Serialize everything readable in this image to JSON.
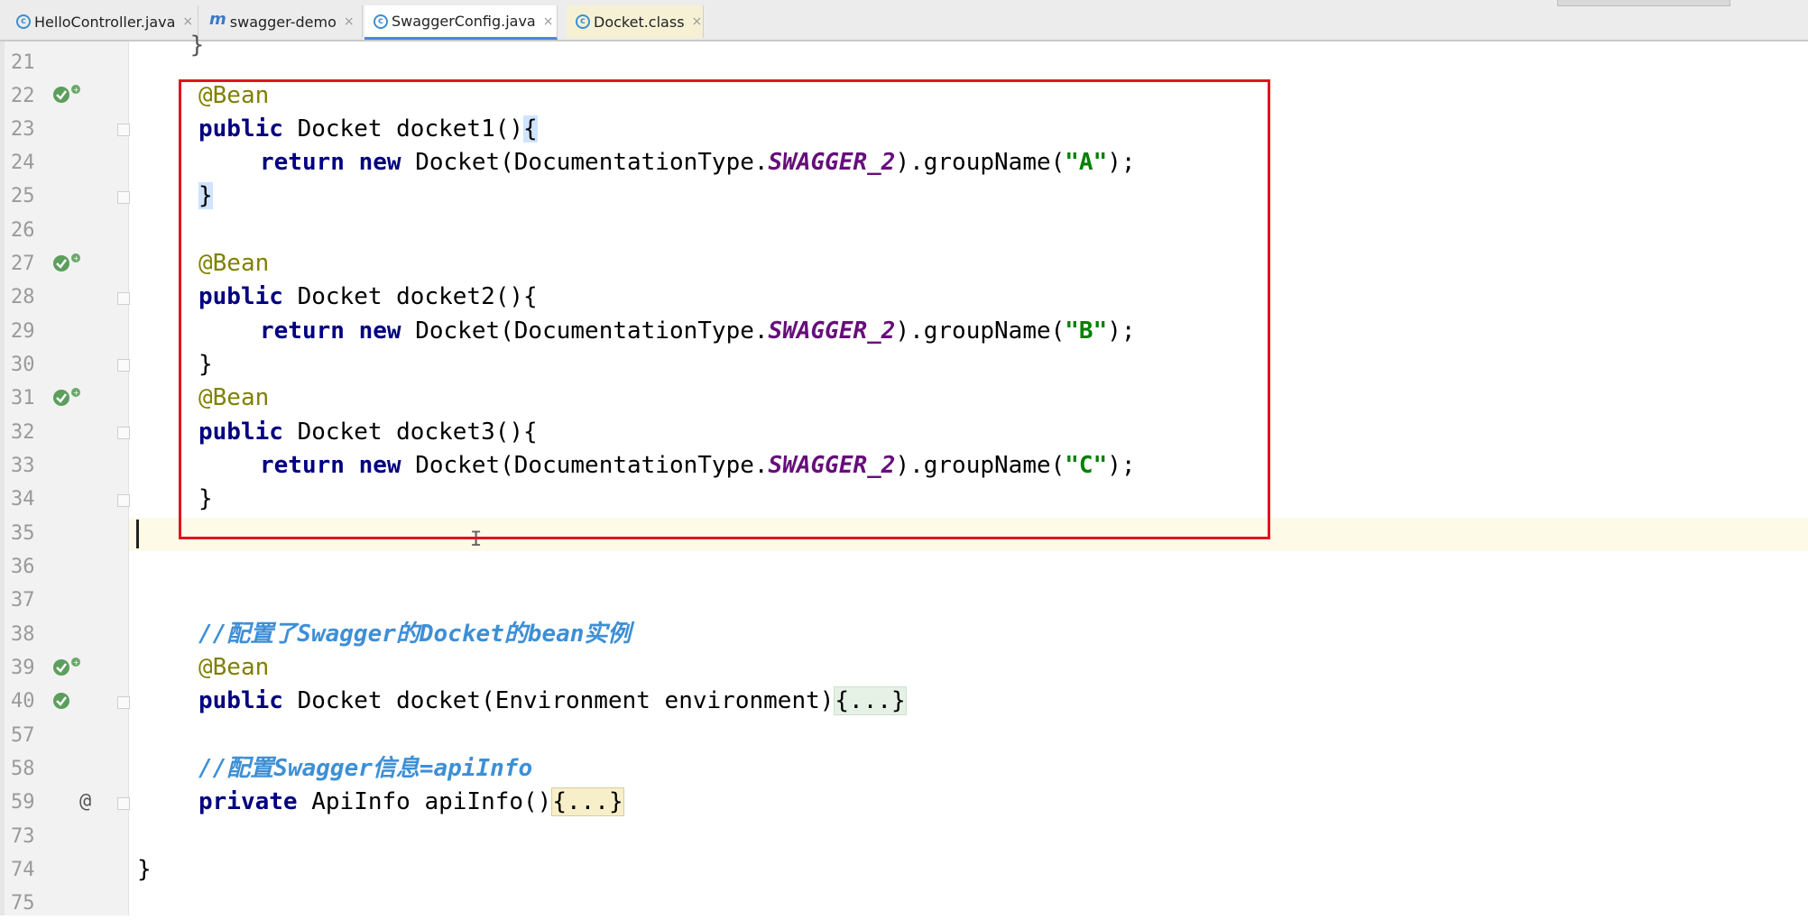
{
  "tabs": [
    {
      "label": "HelloController.java",
      "icon": "class-icon",
      "active": false
    },
    {
      "label": "swagger-demo",
      "icon": "maven-icon",
      "active": false
    },
    {
      "label": "SwaggerConfig.java",
      "icon": "class-icon",
      "active": true
    },
    {
      "label": "Docket.class",
      "icon": "class-icon",
      "active": false
    }
  ],
  "line_numbers": [
    "21",
    "22",
    "23",
    "24",
    "25",
    "26",
    "27",
    "28",
    "29",
    "30",
    "31",
    "32",
    "33",
    "34",
    "35",
    "36",
    "37",
    "38",
    "39",
    "40",
    "57",
    "58",
    "59",
    "73",
    "74",
    "75"
  ],
  "code": {
    "l21": "    }",
    "l22_ann": "@Bean",
    "l23_kw": "public",
    "l23_rest": " Docket docket1()",
    "l23_brace": "{",
    "l24_ret": "return",
    "l24_new": "new",
    "l24_a": " Docket(DocumentationType.",
    "l24_const": "SWAGGER_2",
    "l24_b": ").groupName(",
    "l24_str": "\"A\"",
    "l24_c": ");",
    "l25": "}",
    "l27_ann": "@Bean",
    "l28_kw": "public",
    "l28_rest": " Docket docket2(){",
    "l29_ret": "return",
    "l29_new": "new",
    "l29_a": " Docket(DocumentationType.",
    "l29_const": "SWAGGER_2",
    "l29_b": ").groupName(",
    "l29_str": "\"B\"",
    "l29_c": ");",
    "l30": "}",
    "l31_ann": "@Bean",
    "l32_kw": "public",
    "l32_rest": " Docket docket3(){",
    "l33_ret": "return",
    "l33_new": "new",
    "l33_a": " Docket(DocumentationType.",
    "l33_const": "SWAGGER_2",
    "l33_b": ").groupName(",
    "l33_str": "\"C\"",
    "l33_c": ");",
    "l34": "}",
    "l38_comment": "//配置了Swagger的Docket的bean实例",
    "l39_ann": "@Bean",
    "l40_kw": "public",
    "l40_rest": " Docket docket(Environment environment)",
    "l40_fold": "{...}",
    "l58_comment": "//配置Swagger信息=apiInfo",
    "l59_kw": "private",
    "l59_rest": " ApiInfo apiInfo()",
    "l59_fold": "{...}",
    "l74": "}"
  },
  "gutter": {
    "at_symbol": "@"
  },
  "colors": {
    "highlight_box": "#e0141f",
    "keyword": "#000080",
    "annotation": "#808000",
    "string": "#008000",
    "constant": "#660e7a",
    "comment": "#3d8fd6"
  }
}
